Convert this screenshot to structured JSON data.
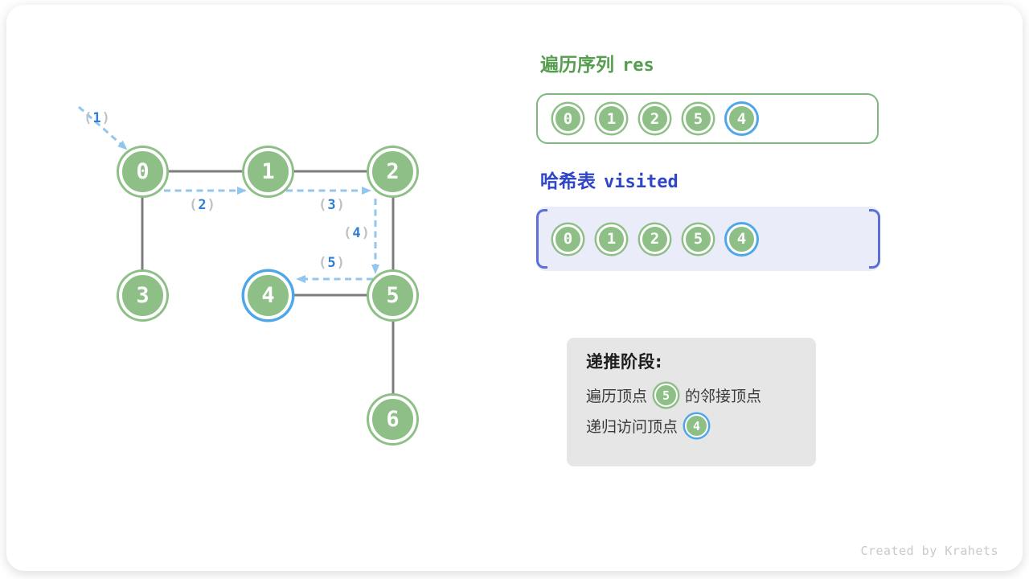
{
  "figure": {
    "description": "graph depth-first-search traversal step diagram"
  },
  "graph": {
    "node_values": [
      "0",
      "1",
      "2",
      "3",
      "4",
      "5",
      "6"
    ],
    "highlighted_node": "4",
    "edges": [
      "0-1",
      "1-2",
      "0-3",
      "2-5",
      "4-5",
      "5-6"
    ],
    "paren_open": "(",
    "paren_close": ")",
    "steps": [
      "1",
      "2",
      "3",
      "4",
      "5"
    ]
  },
  "res_panel": {
    "title_zh": "遍历序列",
    "title_code": "res",
    "values": [
      "0",
      "1",
      "2",
      "5",
      "4"
    ],
    "highlighted_value": "4"
  },
  "visited_panel": {
    "title_zh": "哈希表",
    "title_code": "visited",
    "values": [
      "0",
      "1",
      "2",
      "5",
      "4"
    ],
    "highlighted_value": "4"
  },
  "info_box": {
    "title": "递推阶段:",
    "line1_prefix": "遍历顶点",
    "line1_node": "5",
    "line1_suffix": "的邻接顶点",
    "line2_prefix": "递归访问顶点",
    "line2_node": "4"
  },
  "footer": {
    "credit": "Created by Krahets"
  },
  "colors": {
    "node_green": "#8DBF86",
    "highlight_blue": "#4FA7E9",
    "arrow_blue": "#92C6EE",
    "step_digit_blue": "#2E7FD0",
    "step_paren_gray": "#C0C0C0",
    "edge_gray": "#7C7C7C",
    "res_title_green": "#549E4D",
    "res_border_green": "#7FB87B",
    "visited_title_blue": "#2F46C8",
    "visited_bracket_blue": "#5A6FD8",
    "visited_bg": "#EAEDF9",
    "info_bg": "#E6E6E6",
    "credit_gray": "#C9C9C9"
  }
}
